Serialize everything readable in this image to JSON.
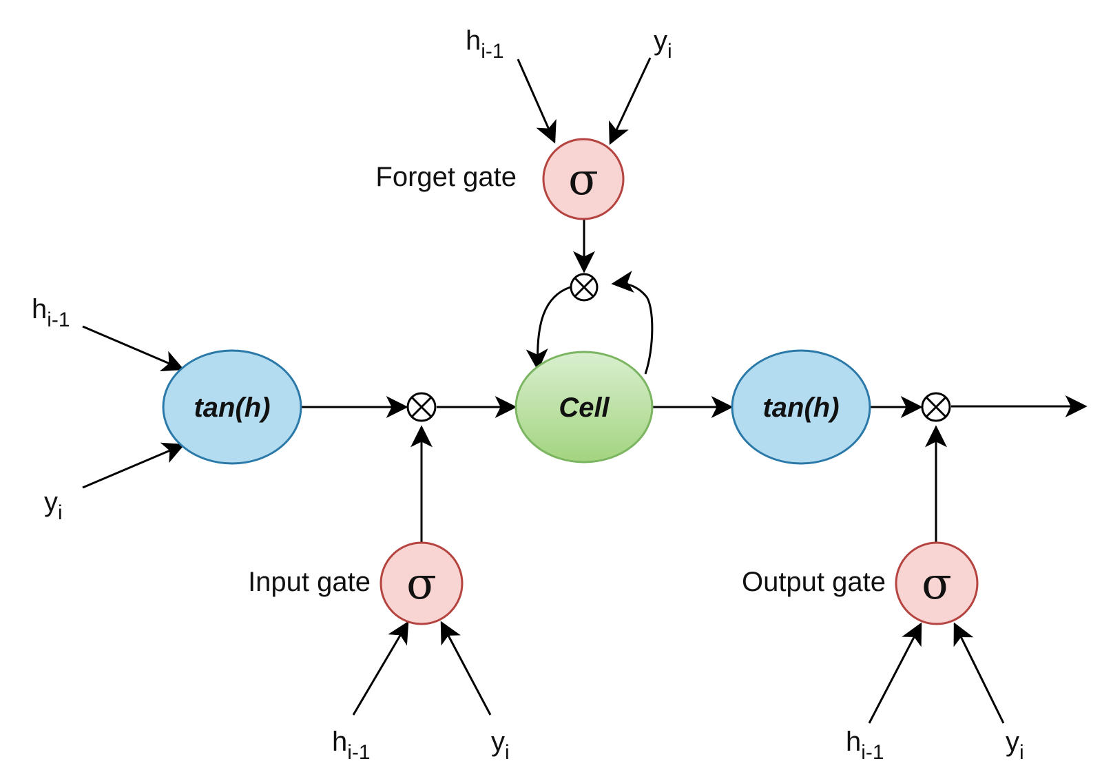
{
  "colors": {
    "tanh_fill": "#b3dcf0",
    "tanh_stroke": "#2a79a8",
    "cell_fill_top": "#d9efcf",
    "cell_fill_bottom": "#a3d47f",
    "cell_stroke": "#7cb561",
    "sigma_fill": "#f8d4d2",
    "sigma_stroke": "#b5433f"
  },
  "nodes": {
    "tanh_in": "tan(h)",
    "cell": "Cell",
    "tanh_out": "tan(h)",
    "sigma_symbol": "σ",
    "mult_symbol": "⊗"
  },
  "gates": {
    "forget": "Forget gate",
    "input": "Input gate",
    "output": "Output gate"
  },
  "inputs": {
    "h_base": "h",
    "h_sub": "i-1",
    "y_base": "y",
    "y_sub": "i"
  }
}
